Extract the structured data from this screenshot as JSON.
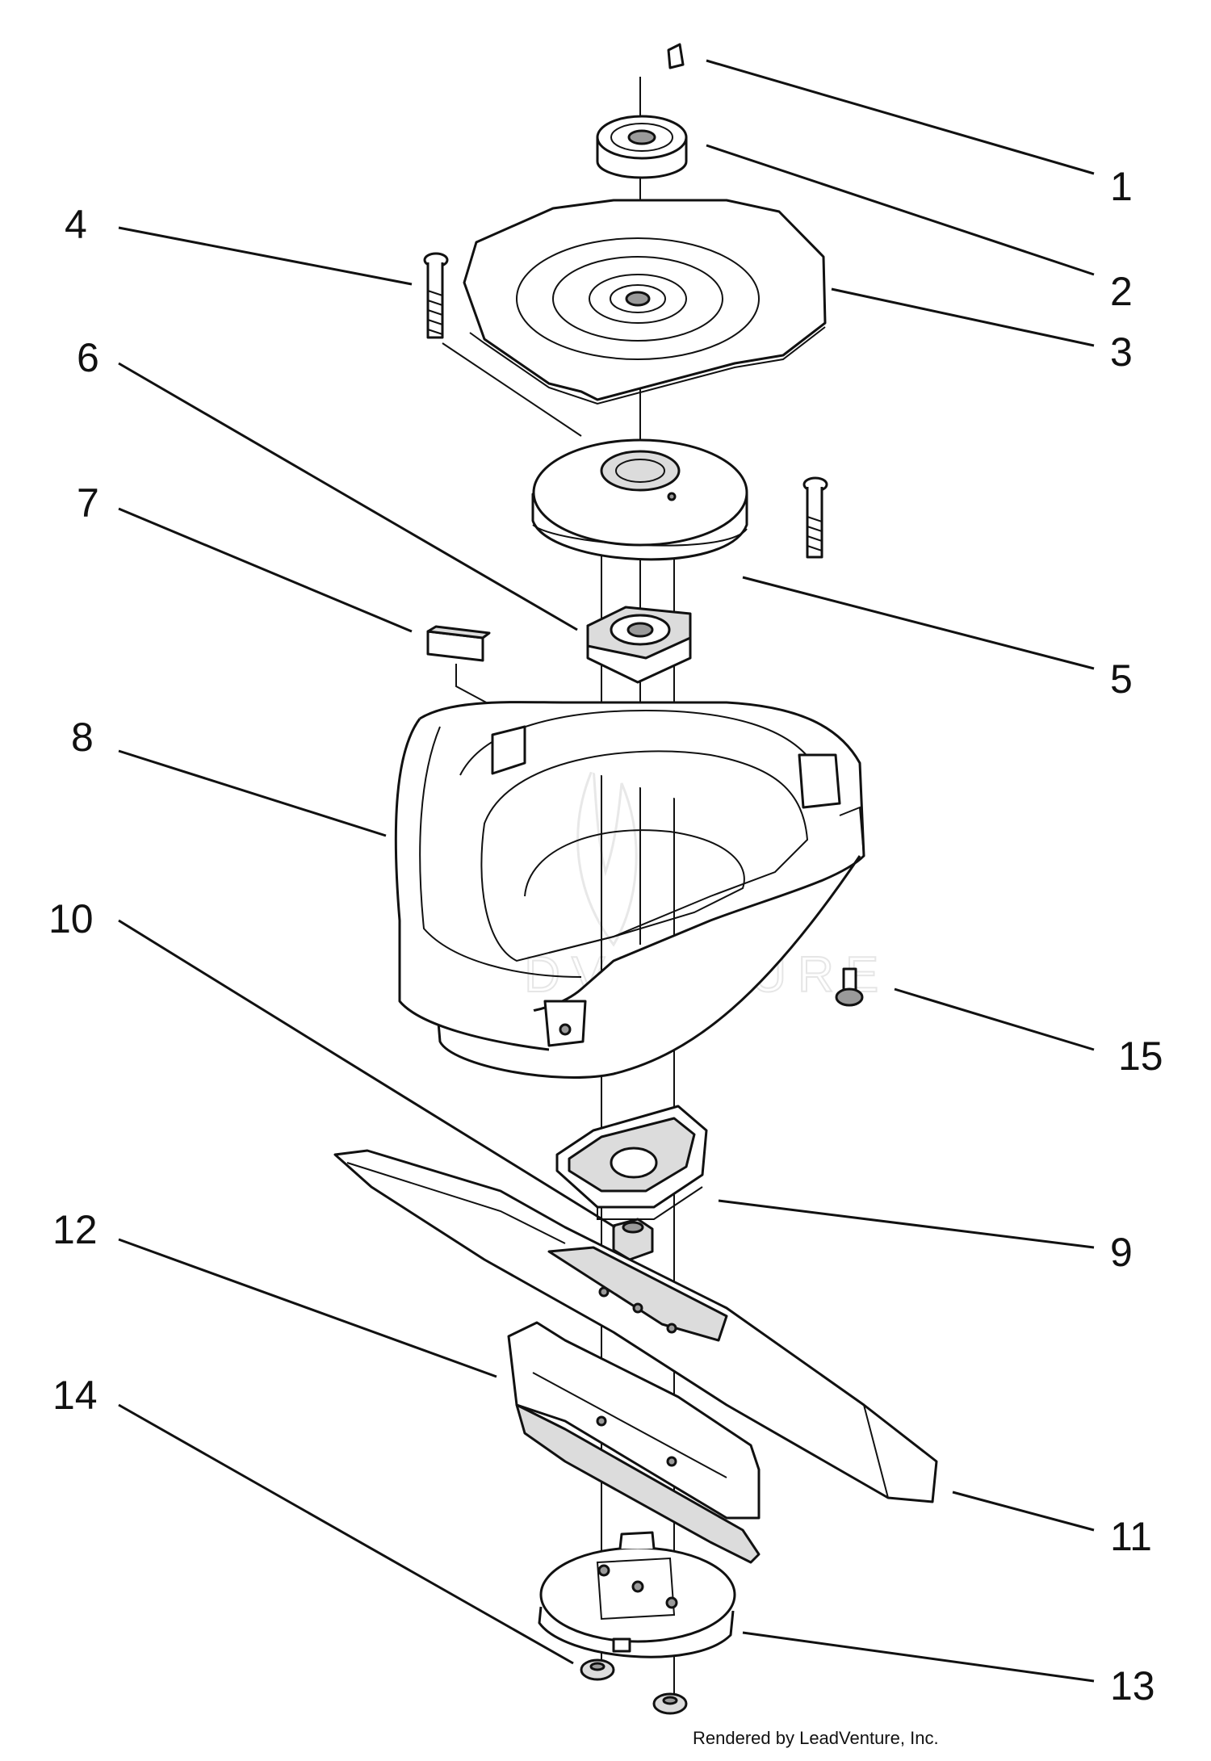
{
  "callouts": {
    "c1": "1",
    "c2": "2",
    "c3": "3",
    "c4": "4",
    "c5": "5",
    "c6": "6",
    "c7": "7",
    "c8": "8",
    "c9": "9",
    "c10": "10",
    "c11": "11",
    "c12": "12",
    "c13": "13",
    "c14": "14",
    "c15": "15"
  },
  "credit": "Rendered by LeadVenture, Inc.",
  "watermark": "LEADVENTURE"
}
